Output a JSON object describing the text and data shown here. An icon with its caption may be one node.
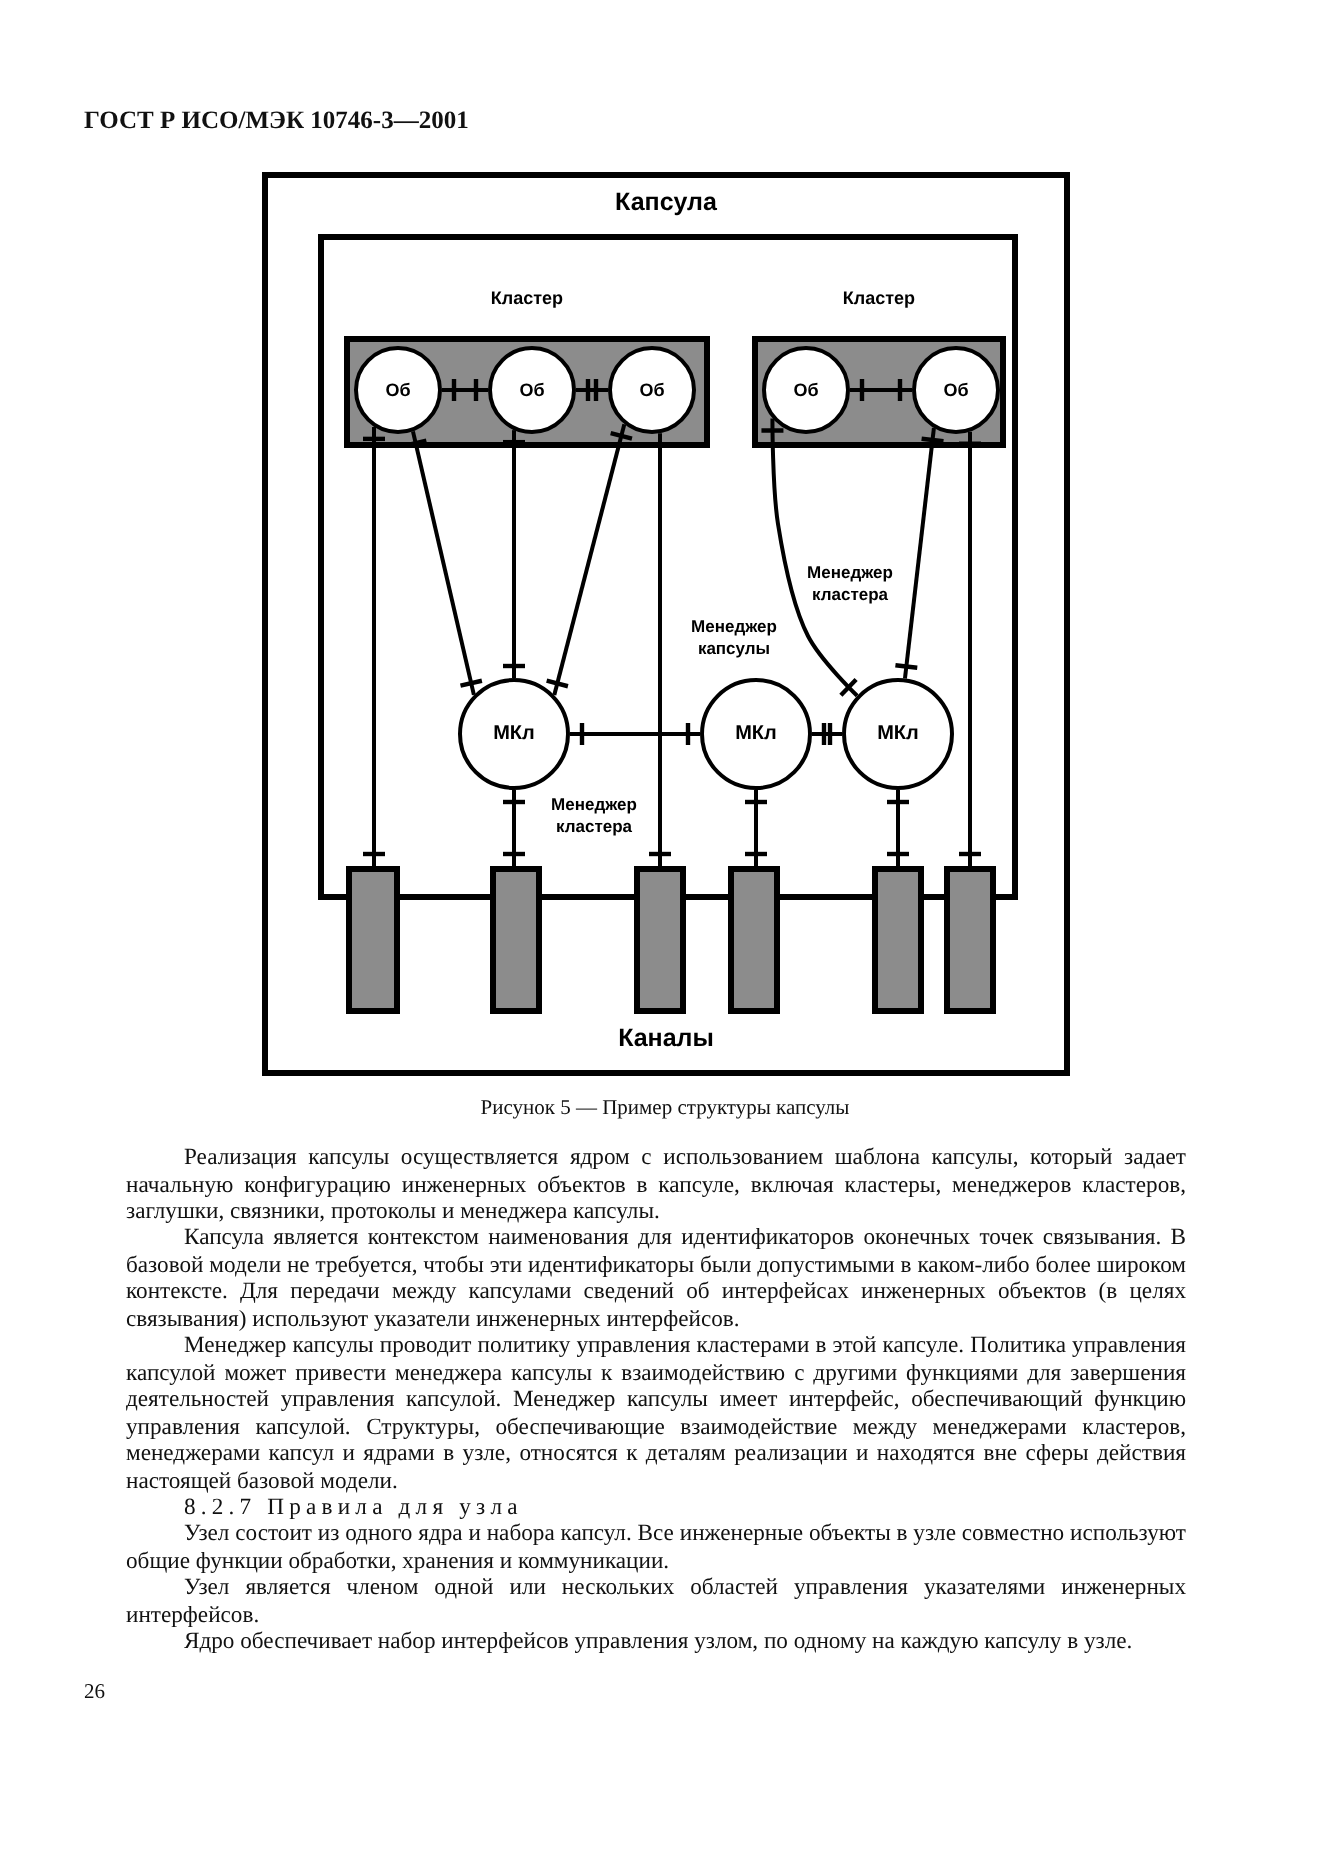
{
  "diagram": {
    "caption": "Рисунок 5 — Пример структуры капсулы",
    "nodes": [
      {
        "text": [
          "Капсула"
        ]
      },
      {
        "text": [],
        "shape": "box",
        "in": 0
      },
      {
        "text": [
          "Кластер"
        ],
        "in": 1
      },
      {
        "text": [
          "Кластер"
        ],
        "in": 1
      },
      {
        "text": [
          "Об"
        ],
        "in": 2
      },
      {
        "text": [
          "Об"
        ],
        "in": 2
      },
      {
        "text": [
          "Об"
        ],
        "in": 2
      },
      {
        "text": [
          "Об"
        ],
        "in": 3
      },
      {
        "text": [
          "Об"
        ],
        "in": 3
      },
      {
        "text": [
          "МКл"
        ],
        "beside": [
          "Менеджер кластера"
        ],
        "in": 1
      },
      {
        "text": [
          "МКл"
        ],
        "beside": [
          "Менеджер капсулы"
        ],
        "in": 1
      },
      {
        "text": [
          "МКл"
        ],
        "in": 1
      },
      {
        "text": [],
        "shape": "bar",
        "in": 0
      },
      {
        "text": [],
        "shape": "bar",
        "in": 0
      },
      {
        "text": [],
        "shape": "bar",
        "in": 0
      },
      {
        "text": [],
        "shape": "bar",
        "in": 0
      },
      {
        "text": [],
        "shape": "bar",
        "in": 0
      },
      {
        "text": [],
        "shape": "bar",
        "in": 0
      }
    ],
    "edges": [
      {
        "from": 4,
        "to": 5,
        "arrow": "other"
      },
      {
        "from": 5,
        "to": 6,
        "arrow": "other"
      },
      {
        "from": 7,
        "to": 8,
        "arrow": "other"
      },
      {
        "from": 4,
        "to": 12,
        "arrow": "other"
      },
      {
        "from": 4,
        "to": 9,
        "arrow": "other"
      },
      {
        "from": 5,
        "to": 9,
        "arrow": "other"
      },
      {
        "from": 6,
        "to": 9,
        "arrow": "other"
      },
      {
        "from": 6,
        "to": 14,
        "arrow": "other"
      },
      {
        "from": 7,
        "to": 11,
        "arrow": "other"
      },
      {
        "from": 8,
        "to": 11,
        "arrow": "other"
      },
      {
        "from": 8,
        "to": 17,
        "arrow": "other"
      },
      {
        "from": 9,
        "to": 10,
        "arrow": "other"
      },
      {
        "from": 10,
        "to": 11,
        "arrow": "other"
      },
      {
        "from": 9,
        "to": 13,
        "arrow": "other"
      },
      {
        "from": 10,
        "to": 15,
        "arrow": "other"
      },
      {
        "from": 11,
        "to": 16,
        "arrow": "other"
      }
    ],
    "labels": [
      "ГОСТ Р ИСО/МЭК 10746-3—2001",
      "Менеджер кластера",
      "Каналы",
      "Реализация капсулы осуществляется ядром с использованием шаблона капсулы, который задает начальную конфигурацию инженерных объектов в капсуле, включая кластеры, менеджеров кластеров, заглушки, связники, протоколы и менеджера капсулы.",
      "Капсула является контекстом наименования для идентификаторов оконечных точек связывания. В базовой модели не требуется, чтобы эти идентификаторы были допустимыми в каком-либо более широком контексте. Для передачи между капсулами сведений об интерфейсах инженерных объектов (в целях связывания) используют указатели инженерных интерфейсов.",
      "Менеджер капсулы проводит политику управления кластерами в этой капсуле. Политика управления капсулой может привести менеджера капсулы к взаимодействию с другими функциями для завершения деятельностей управления капсулой. Менеджер капсулы имеет интерфейс, обеспечивающий функцию управления капсулой. Структуры, обеспечивающие взаимодействие между менеджерами кластеров, менеджерами капсул и ядрами в узле, относятся к деталям реализации и находятся вне сферы действия настоящей базовой модели.",
      "8.2.7 Правила для узла",
      "Узел состоит из одного ядра и набора капсул. Все инженерные объекты в узле совместно используют общие функции обработки, хранения и коммуникации.",
      "Узел является членом одной или нескольких областей управления указателями инженерных интерфейсов.",
      "Ядро обеспечивает набор интерфейсов управления узлом, по одному на каждую капсулу в узле.",
      "26"
    ]
  }
}
